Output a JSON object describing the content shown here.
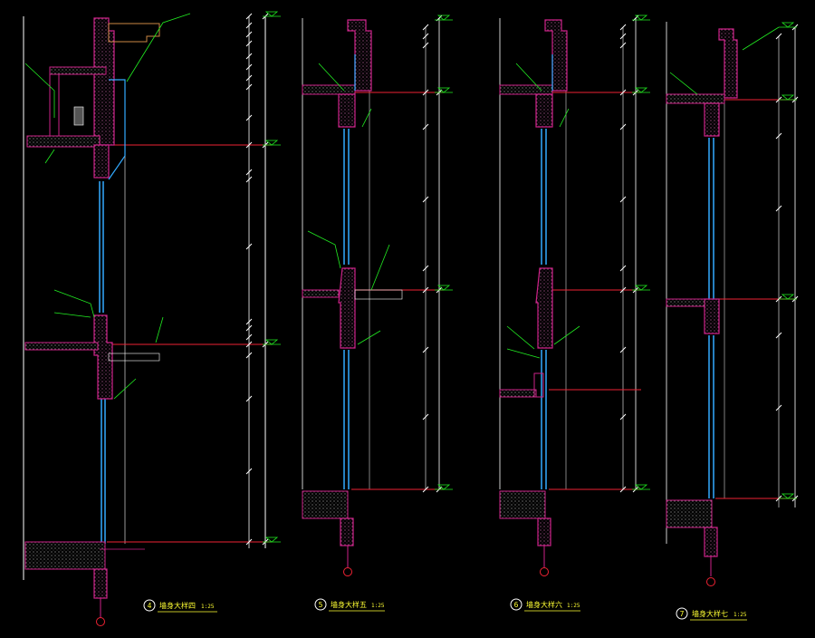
{
  "colors": {
    "background": "#000000",
    "axis_line": "#ffffff",
    "dim_line": "#ffffff",
    "level_marker": "#22ee22",
    "leader": "#22ee22",
    "floor_line": "#ee2233",
    "wall_outline": "#cc2288",
    "glass": "#33aaff",
    "hatch": "#bbbbbb",
    "title_text": "#ffff33"
  },
  "sections": [
    {
      "id": "s4",
      "number": "4",
      "title": "墙身大样四",
      "scale": "1:25"
    },
    {
      "id": "s5",
      "number": "5",
      "title": "墙身大样五",
      "scale": "1:25"
    },
    {
      "id": "s6",
      "number": "6",
      "title": "墙身大样六",
      "scale": "1:25"
    },
    {
      "id": "s7",
      "number": "7",
      "title": "墙身大样七",
      "scale": "1:25"
    }
  ]
}
